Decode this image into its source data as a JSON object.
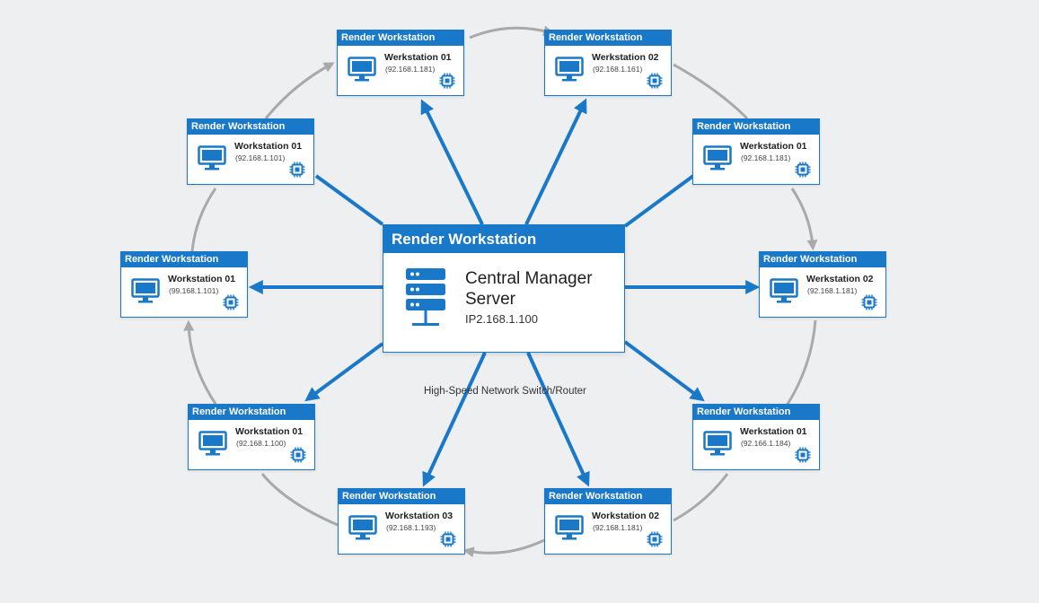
{
  "colors": {
    "accent": "#1a78c8",
    "ring": "#a9a9a9",
    "background": "#eeeff0"
  },
  "central": {
    "header": "Render Workstation",
    "title": "Central Manager Server",
    "ip": "IP2.168.1.100",
    "icon": "server-rack-icon"
  },
  "switch_label": "High-Speed Network Switch/Router",
  "workstations": [
    {
      "header": "Render Workstation",
      "name": "Werkstation 01",
      "ip": "(92.168.1.181)"
    },
    {
      "header": "Render Workstation",
      "name": "Werkstation 02",
      "ip": "(92.168.1.161)"
    },
    {
      "header": "Render Workstation",
      "name": "Workstation 01",
      "ip": "(92.168.1.101)"
    },
    {
      "header": "Render Workstation",
      "name": "Werkstation 01",
      "ip": "(92.168.1.181)"
    },
    {
      "header": "Render Workstation",
      "name": "Workstation 01",
      "ip": "(99.168.1.101)"
    },
    {
      "header": "Render Workstation",
      "name": "Werkstation 02",
      "ip": "(92.168.1.181)"
    },
    {
      "header": "Render Workstation",
      "name": "Workstation 01",
      "ip": "(92.168.1.100)"
    },
    {
      "header": "Render Workstation",
      "name": "Werkstation 01",
      "ip": "(92.166.1.184)"
    },
    {
      "header": "Render Workstation",
      "name": "Workstation 03",
      "ip": "(92.168.1.193)"
    },
    {
      "header": "Render Workstation",
      "name": "Workstation 02",
      "ip": "(92.168.1.181)"
    }
  ],
  "icons": {
    "workstation": "monitor-icon",
    "chip": "cpu-chip-icon"
  }
}
